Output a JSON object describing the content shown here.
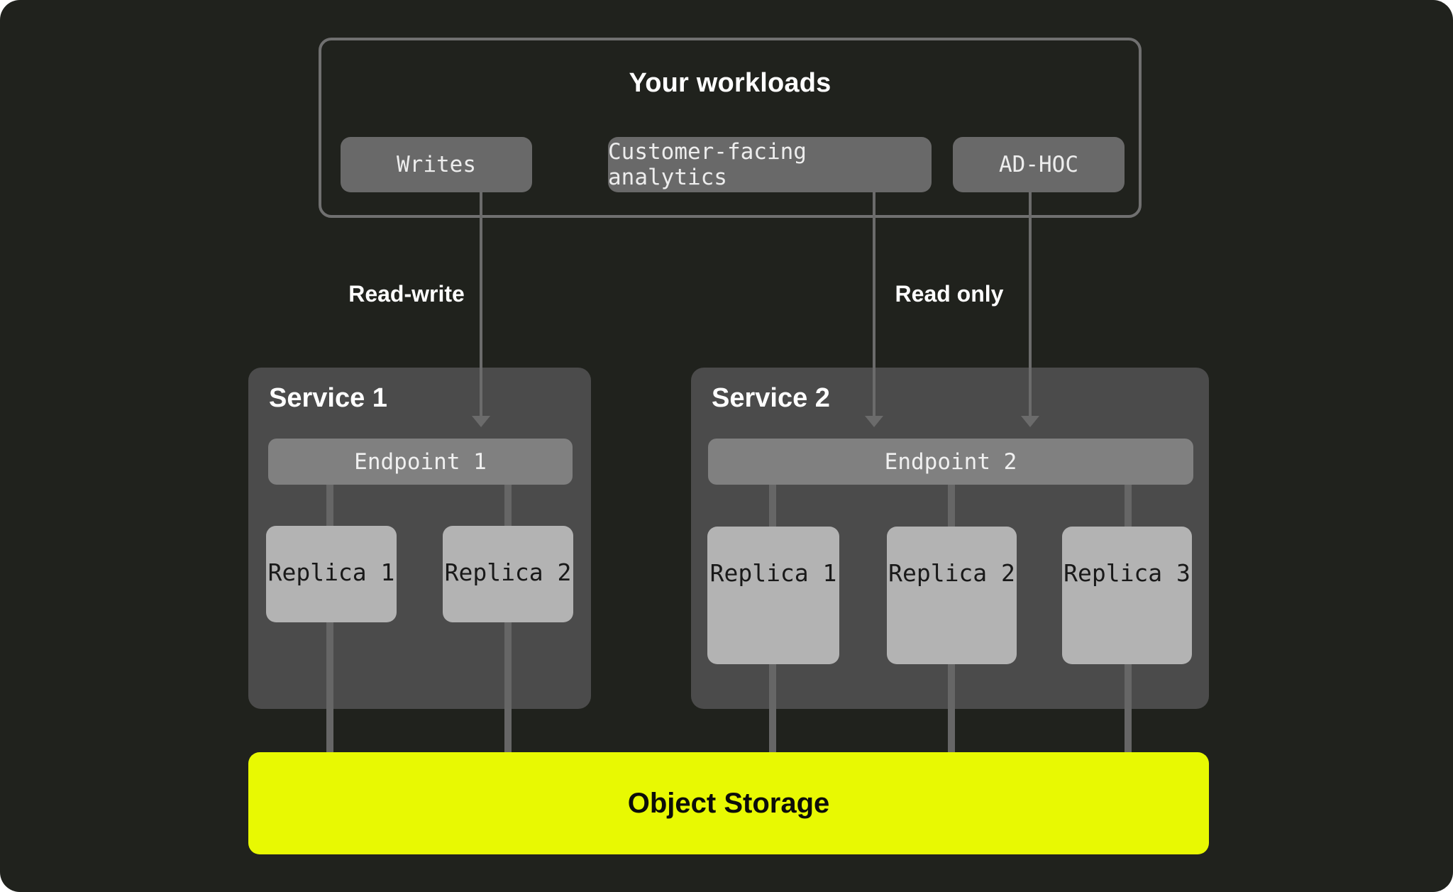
{
  "colors": {
    "canvas": "#20221d",
    "panel": "#4b4b4b",
    "endpoint": "#808080",
    "replica": "#b3b3b3",
    "chip": "#696969",
    "outline": "#707070",
    "arrow": "#6b6b6b",
    "connector": "#666666",
    "storage": "#e8f902",
    "text-light": "#ffffff",
    "text-dark": "#191919"
  },
  "workloads": {
    "title": "Your workloads",
    "chips": [
      {
        "label": "Writes"
      },
      {
        "label": "Customer-facing analytics"
      },
      {
        "label": "AD-HOC"
      }
    ]
  },
  "flows": {
    "read_write_label": "Read-write",
    "read_only_label": "Read only"
  },
  "services": [
    {
      "title": "Service 1",
      "endpoint": "Endpoint 1",
      "replicas": [
        "Replica 1",
        "Replica 2"
      ]
    },
    {
      "title": "Service 2",
      "endpoint": "Endpoint 2",
      "replicas": [
        "Replica 1",
        "Replica 2",
        "Replica 3"
      ]
    }
  ],
  "storage": {
    "label": "Object Storage"
  }
}
